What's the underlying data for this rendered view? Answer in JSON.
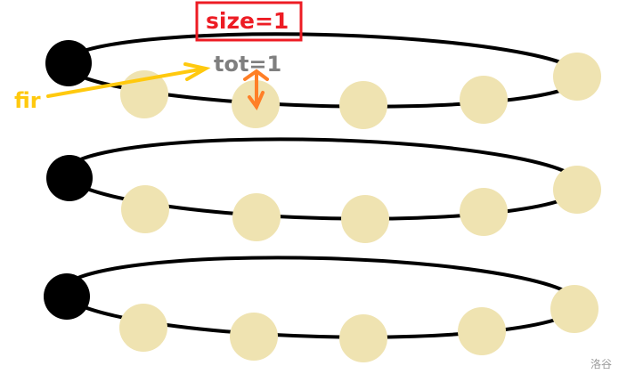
{
  "labels": {
    "size": "size=1",
    "tot": "tot=1",
    "fir": "fir",
    "watermark": "洛谷"
  },
  "colors": {
    "ring": "#000000",
    "head_node": "#000000",
    "node": "#efe3b1",
    "size_label": "#ed1c24",
    "tot_label": "#7f7f7f",
    "fir_arrow": "#ffc90e",
    "tot_arrow": "#ff7f27",
    "watermark": "#999999"
  },
  "rings": [
    {
      "nodes": 5
    },
    {
      "nodes": 5
    },
    {
      "nodes": 5
    }
  ]
}
